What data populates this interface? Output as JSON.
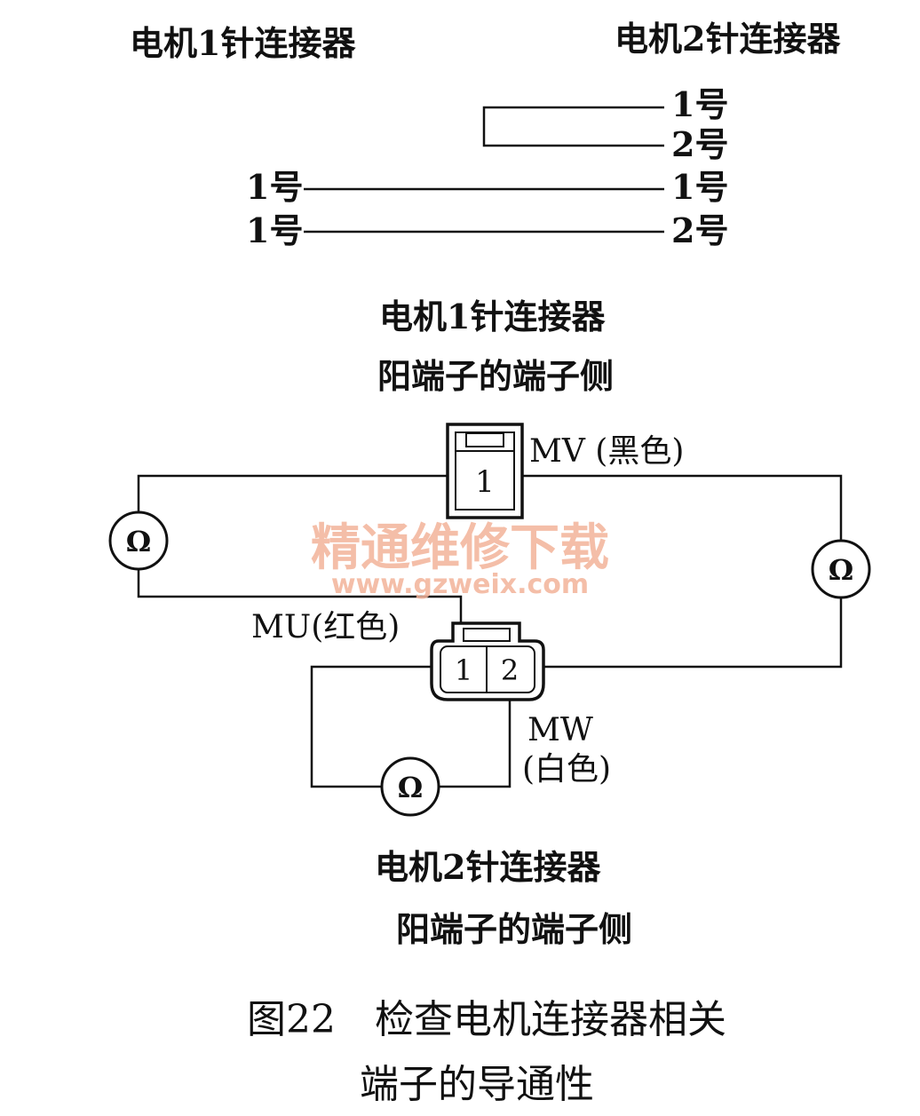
{
  "pin_map": {
    "left_header": "电机1针连接器",
    "right_header": "电机2针连接器",
    "right_pins": [
      "1号",
      "2号",
      "1号",
      "2号"
    ],
    "left_pins": [
      "1号",
      "1号"
    ]
  },
  "connector1": {
    "title_line1": "电机1针连接器",
    "title_line2": "阳端子的端子侧",
    "pin": "1",
    "wire_label": "MV (黑色)"
  },
  "connector2": {
    "title_line1": "电机2针连接器",
    "title_line2": "阳端子的端子侧",
    "pins": [
      "1",
      "2"
    ],
    "wire_label_mu": "MU(红色)",
    "wire_label_mw_line1": "MW",
    "wire_label_mw_line2": "(白色)"
  },
  "ohmmeter_symbol": "Ω",
  "watermark": {
    "line1": "精通维修下载",
    "line2": "www.gzweix.com",
    "color": "#f3b39a"
  },
  "caption": {
    "line1": "图22　检查电机连接器相关",
    "line2": "端子的导通性"
  }
}
